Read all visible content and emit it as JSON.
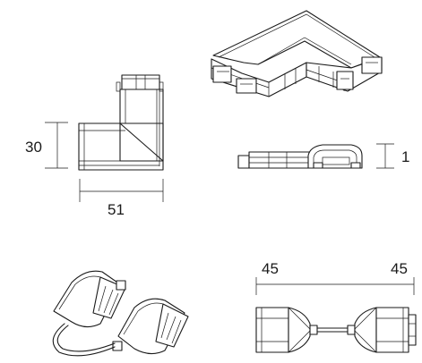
{
  "dimensions": {
    "height_label": "30",
    "width_label": "51",
    "profile_label": "1",
    "left_length_label": "45",
    "right_length_label": "45"
  },
  "colors": {
    "line": "#1a1a1a",
    "background": "#ffffff"
  }
}
